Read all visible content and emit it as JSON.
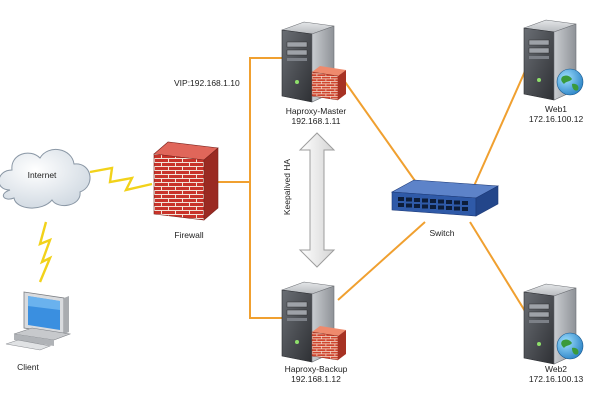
{
  "nodes": {
    "internet": {
      "label": "Internet",
      "icon": "cloud-icon"
    },
    "client": {
      "label": "Client",
      "icon": "desktop-computer-icon"
    },
    "firewall": {
      "label": "Firewall",
      "icon": "brick-firewall-icon"
    },
    "haproxy_master": {
      "name": "Haproxy-Master",
      "ip": "192.168.1.11",
      "icon": "server-firewall-icon"
    },
    "haproxy_backup": {
      "name": "Haproxy-Backup",
      "ip": "192.168.1.12",
      "icon": "server-firewall-icon"
    },
    "switch": {
      "label": "Switch",
      "icon": "network-switch-icon"
    },
    "web1": {
      "name": "Web1",
      "ip": "172.16.100.12",
      "icon": "server-globe-icon"
    },
    "web2": {
      "name": "Web2",
      "ip": "172.16.100.13",
      "icon": "server-globe-icon"
    }
  },
  "vip": "VIP:192.168.1.10",
  "ha_label": "Keepalived HA",
  "colors": {
    "link": "#f0a030",
    "lightning": "#f2d21a",
    "server_dark": "#3c3f44",
    "brick": "#c8332a",
    "switch_blue": "#2f5aa8",
    "globe": "#3a9a3c"
  }
}
